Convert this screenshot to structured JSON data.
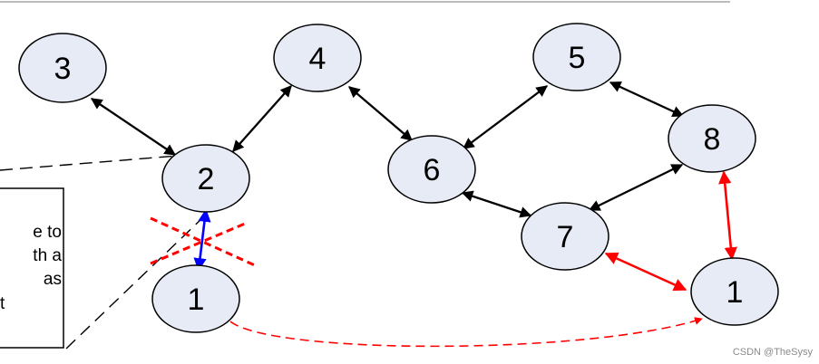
{
  "colors": {
    "node_fill": "#e7ebf5",
    "node_stroke": "#000000",
    "edge_default": "#000000",
    "edge_blue": "#0000ff",
    "edge_red": "#ff0000",
    "cross_mark": "#ff0000",
    "top_rule": "#a6a6a6"
  },
  "nodes": [
    {
      "id": "n3",
      "label": "3"
    },
    {
      "id": "n4",
      "label": "4"
    },
    {
      "id": "n5",
      "label": "5"
    },
    {
      "id": "n8",
      "label": "8"
    },
    {
      "id": "n2",
      "label": "2"
    },
    {
      "id": "n6",
      "label": "6"
    },
    {
      "id": "n7",
      "label": "7"
    },
    {
      "id": "n1a",
      "label": "1"
    },
    {
      "id": "n1b",
      "label": "1"
    }
  ],
  "edges": [
    {
      "from": "n3",
      "to": "n2",
      "style": "bidirectional",
      "color": "#000000"
    },
    {
      "from": "n2",
      "to": "n4",
      "style": "bidirectional",
      "color": "#000000"
    },
    {
      "from": "n4",
      "to": "n6",
      "style": "bidirectional",
      "color": "#000000"
    },
    {
      "from": "n6",
      "to": "n5",
      "style": "bidirectional",
      "color": "#000000"
    },
    {
      "from": "n5",
      "to": "n8",
      "style": "bidirectional",
      "color": "#000000"
    },
    {
      "from": "n6",
      "to": "n7",
      "style": "bidirectional",
      "color": "#000000"
    },
    {
      "from": "n7",
      "to": "n8",
      "style": "bidirectional",
      "color": "#000000"
    },
    {
      "from": "n2",
      "to": "n1a",
      "style": "bidirectional",
      "color": "#0000ff",
      "crossed": true
    },
    {
      "from": "n7",
      "to": "n1b",
      "style": "bidirectional",
      "color": "#ff0000"
    },
    {
      "from": "n8",
      "to": "n1b",
      "style": "bidirectional",
      "color": "#ff0000"
    },
    {
      "from": "n1a",
      "to": "n1b",
      "style": "dashed-curve-arrow",
      "color": "#ff0000"
    }
  ],
  "callout": {
    "lines": [
      "e to",
      "th a",
      "as",
      "t"
    ]
  },
  "watermark": "CSDN @TheSysy"
}
